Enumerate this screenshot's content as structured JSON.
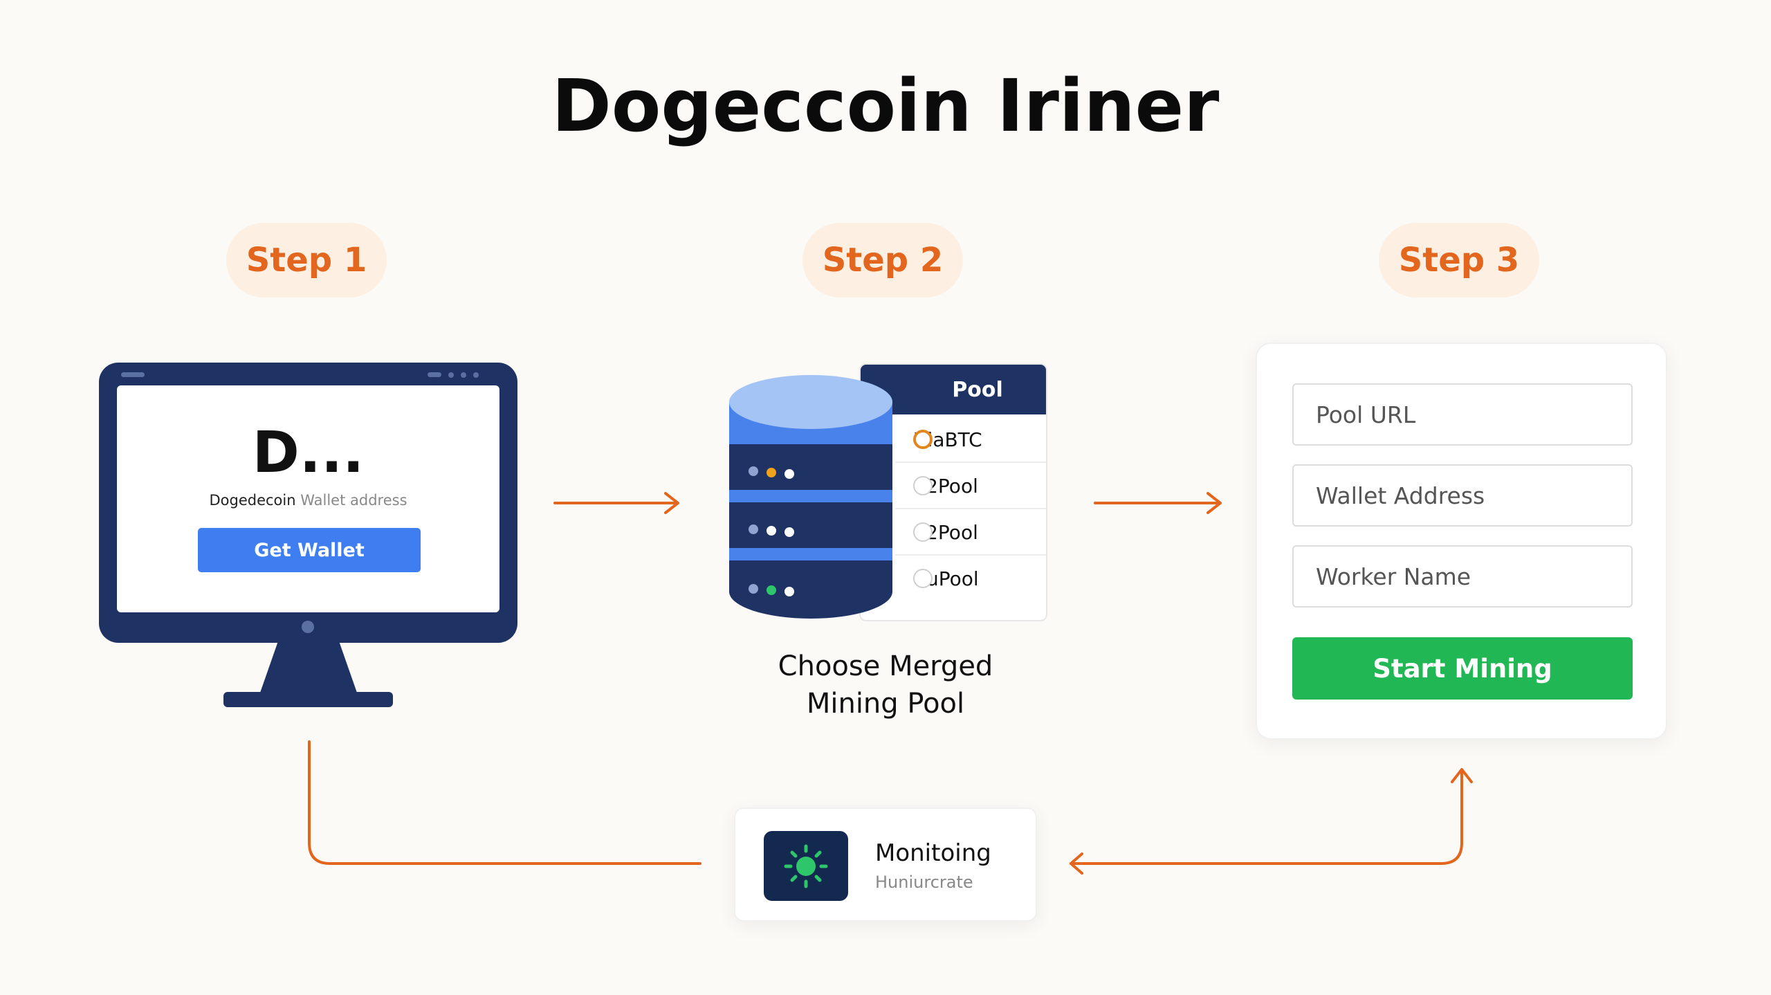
{
  "title": "Dogeccoin Iriner",
  "steps": [
    "Step 1",
    "Step 2",
    "Step 3"
  ],
  "step1": {
    "big_text": "D...",
    "label_main": "Dogedecoin",
    "label_faint": "Wallet address",
    "button": "Get Wallet"
  },
  "step2": {
    "pool_header": "Pool",
    "pools": [
      {
        "name": "ViaBTC",
        "selected": true
      },
      {
        "name": "F2Pool",
        "selected": false
      },
      {
        "name": "F2Pool",
        "selected": false
      },
      {
        "name": "KuPool",
        "selected": false
      }
    ],
    "caption_line1": "Choose Merged",
    "caption_line2": "Mining Pool"
  },
  "step3": {
    "fields": [
      "Pool URL",
      "Wallet Address",
      "Worker Name"
    ],
    "button": "Start Mining"
  },
  "monitoring": {
    "title": "Monitoing",
    "subtitle": "Huniurcrate"
  },
  "colors": {
    "navy": "#1e3264",
    "orange": "#e2661e",
    "blue": "#3f7ef0",
    "green": "#22b755"
  }
}
